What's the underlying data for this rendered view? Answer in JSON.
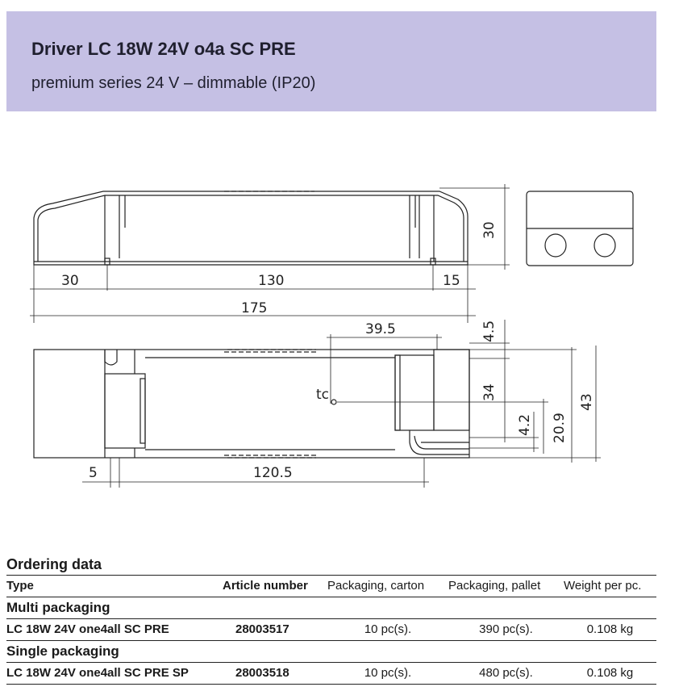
{
  "header": {
    "title": "Driver LC 18W 24V o4a SC PRE",
    "subtitle": "premium series 24 V – dimmable (IP20)"
  },
  "drawing": {
    "dim_30_height": "30",
    "dim_30_left": "30",
    "dim_130": "130",
    "dim_15": "15",
    "dim_175": "175",
    "dim_39_5": "39.5",
    "dim_4_5": "4.5",
    "dim_34": "34",
    "dim_43": "43",
    "dim_4_2": "4.2",
    "dim_20_9": "20.9",
    "dim_5": "5",
    "dim_120_5": "120.5",
    "tc_label": "tc"
  },
  "ordering": {
    "title": "Ordering data",
    "columns": [
      "Type",
      "Article number",
      "Packaging, carton",
      "Packaging, pallet",
      "Weight per pc."
    ],
    "groups": [
      {
        "name": "Multi packaging",
        "rows": [
          {
            "type": "LC 18W 24V one4all SC PRE",
            "article": "28003517",
            "carton": "10 pc(s).",
            "pallet": "390 pc(s).",
            "weight": "0.108 kg"
          }
        ]
      },
      {
        "name": "Single packaging",
        "rows": [
          {
            "type": "LC 18W 24V one4all SC PRE SP",
            "article": "28003518",
            "carton": "10 pc(s).",
            "pallet": "480 pc(s).",
            "weight": "0.108 kg"
          }
        ]
      }
    ]
  }
}
